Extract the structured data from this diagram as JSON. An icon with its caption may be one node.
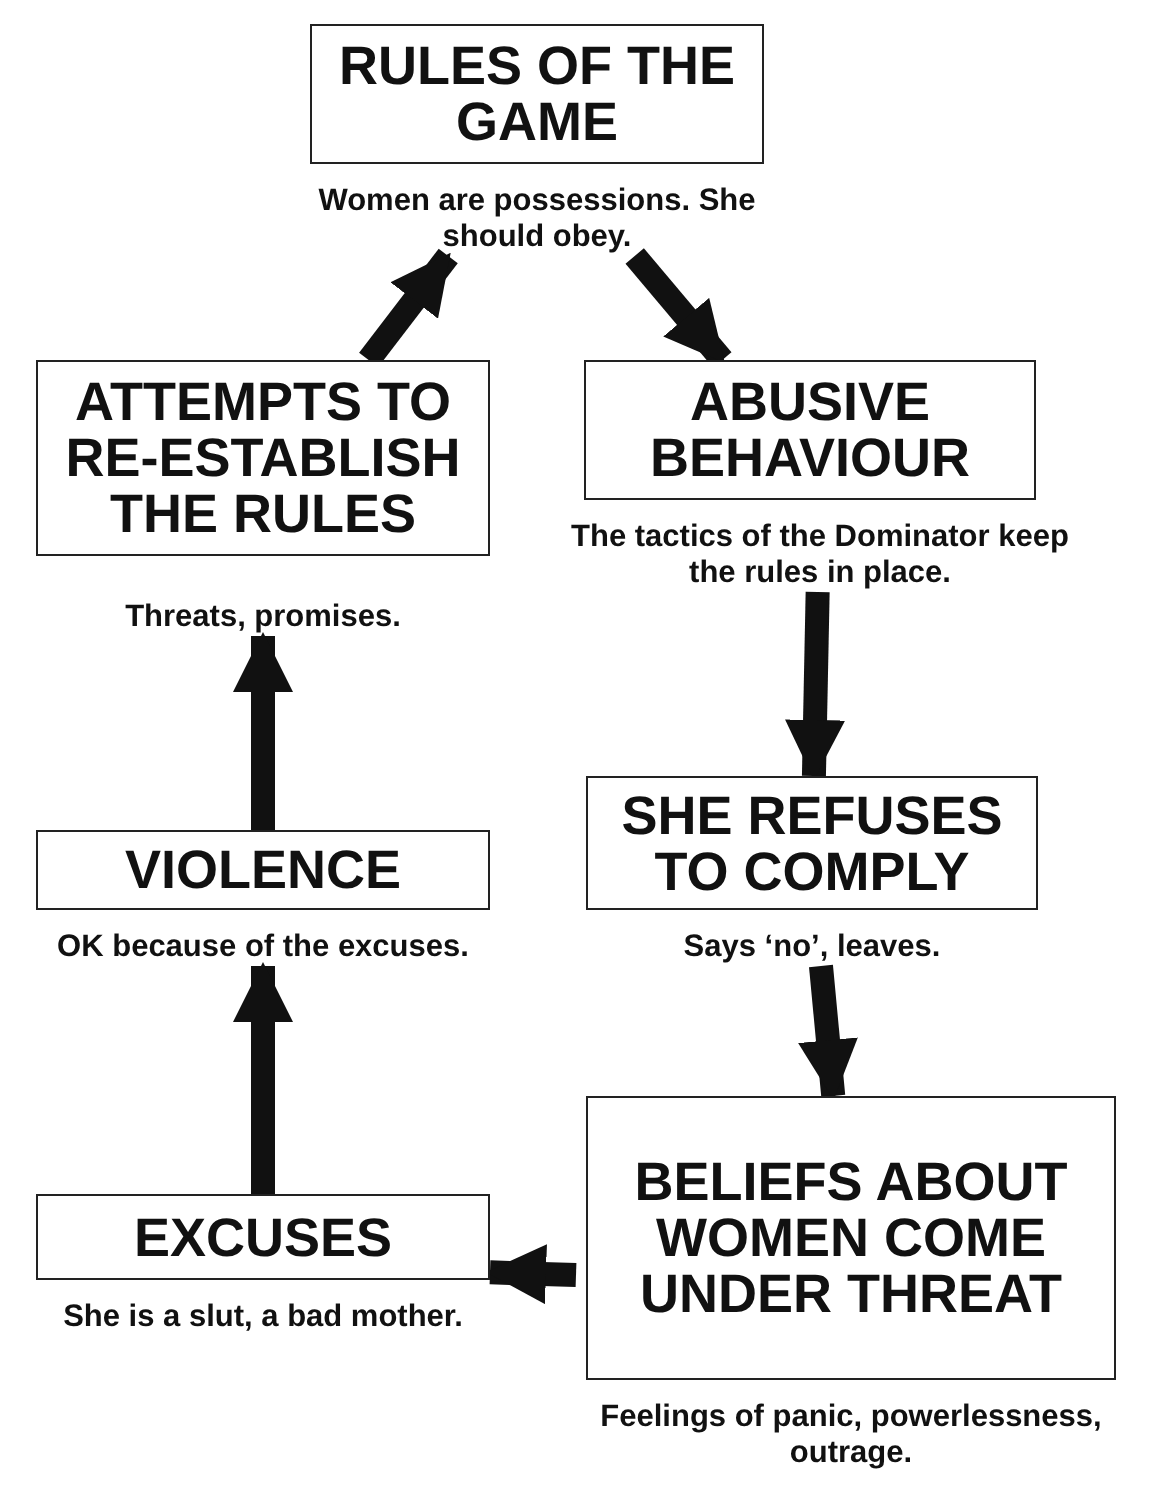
{
  "diagram": {
    "nodes": [
      {
        "text": [
          "RULES OF THE GAME"
        ],
        "beside": [
          "Women are possessions. She should obey."
        ]
      },
      {
        "text": [
          "ABUSIVE BEHAVIOUR"
        ],
        "beside": [
          "The tactics of the Dominator keep the rules in place."
        ]
      },
      {
        "text": [
          "SHE REFUSES TO COMPLY"
        ],
        "beside": [
          "Says ‘no’, leaves."
        ]
      },
      {
        "text": [
          "BELIEFS ABOUT WOMEN COME UNDER THREAT"
        ],
        "beside": [
          "Feelings of panic, powerlessness, outrage."
        ]
      },
      {
        "text": [
          "EXCUSES"
        ],
        "beside": [
          "She is a slut, a bad mother."
        ]
      },
      {
        "text": [
          "VIOLENCE"
        ],
        "beside": [
          "OK because of the excuses."
        ]
      },
      {
        "text": [
          "ATTEMPTS TO RE-ESTABLISH THE RULES"
        ],
        "beside": [
          "Threats, promises."
        ]
      }
    ],
    "edges": [
      {
        "from": 0,
        "to": 1,
        "arrow": "to"
      },
      {
        "from": 1,
        "to": 2,
        "arrow": "to"
      },
      {
        "from": 2,
        "to": 3,
        "arrow": "to"
      },
      {
        "from": 3,
        "to": 4,
        "arrow": "to"
      },
      {
        "from": 4,
        "to": 5,
        "arrow": "to"
      },
      {
        "from": 5,
        "to": 6,
        "arrow": "to"
      },
      {
        "from": 6,
        "to": 0,
        "arrow": "to"
      }
    ]
  }
}
